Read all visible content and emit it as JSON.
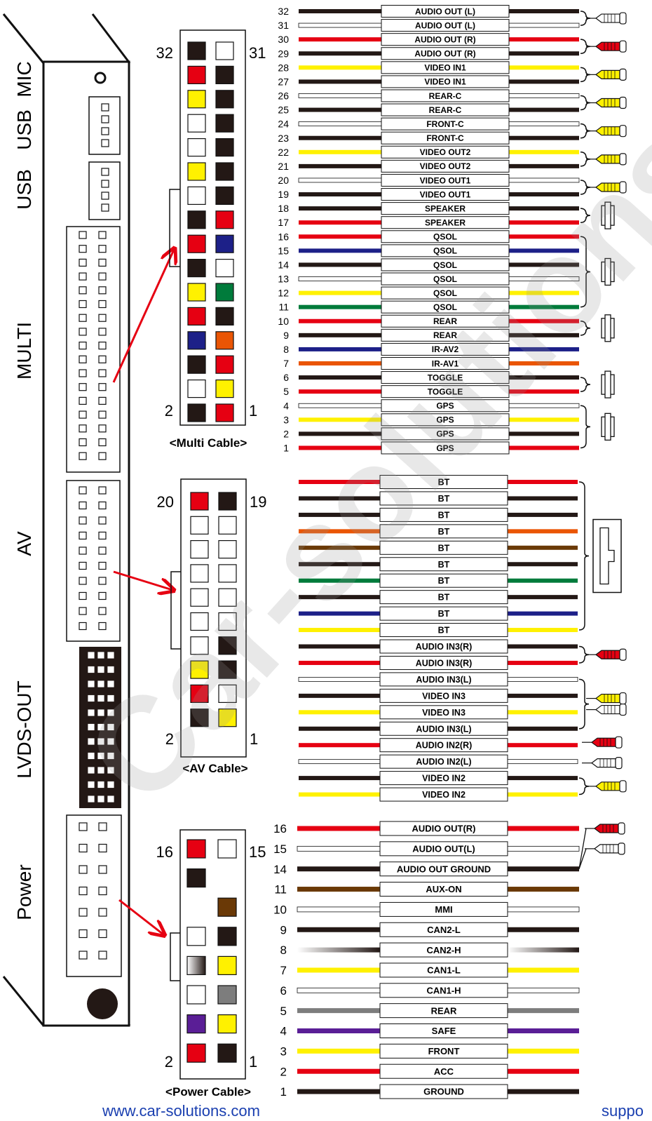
{
  "colors": {
    "black": "#231815",
    "white": "#ffffff",
    "red": "#e60012",
    "yellow": "#fff100",
    "blue": "#1d2088",
    "green": "#007b3b",
    "orange": "#ea5504",
    "brown": "#6a3906",
    "gray": "#7d7d7d",
    "purple": "#5a1e96"
  },
  "unit": {
    "labels": [
      "MIC",
      "USB",
      "USB",
      "MULTI",
      "AV",
      "LVDS-OUT",
      "Power"
    ]
  },
  "multi": {
    "caption": "<Multi Cable>",
    "pin_top_left": "32",
    "pin_top_right": "31",
    "pin_bottom_left": "2",
    "pin_bottom_right": "1",
    "grid": [
      [
        "black",
        "white"
      ],
      [
        "red",
        "black"
      ],
      [
        "yellow",
        "black"
      ],
      [
        "white",
        "black"
      ],
      [
        "white",
        "black"
      ],
      [
        "yellow",
        "black"
      ],
      [
        "white",
        "black"
      ],
      [
        "black",
        "red"
      ],
      [
        "red",
        "blue"
      ],
      [
        "black",
        "white"
      ],
      [
        "yellow",
        "green"
      ],
      [
        "red",
        "black"
      ],
      [
        "blue",
        "orange"
      ],
      [
        "black",
        "red"
      ],
      [
        "white",
        "yellow"
      ],
      [
        "black",
        "red"
      ]
    ],
    "wires": [
      {
        "num": "32",
        "label": "AUDIO OUT (L)",
        "color": "black"
      },
      {
        "num": "31",
        "label": "AUDIO OUT (L)",
        "color": "white"
      },
      {
        "num": "30",
        "label": "AUDIO OUT (R)",
        "color": "red"
      },
      {
        "num": "29",
        "label": "AUDIO OUT (R)",
        "color": "black"
      },
      {
        "num": "28",
        "label": "VIDEO IN1",
        "color": "yellow"
      },
      {
        "num": "27",
        "label": "VIDEO IN1",
        "color": "black"
      },
      {
        "num": "26",
        "label": "REAR-C",
        "color": "white"
      },
      {
        "num": "25",
        "label": "REAR-C",
        "color": "black"
      },
      {
        "num": "24",
        "label": "FRONT-C",
        "color": "white"
      },
      {
        "num": "23",
        "label": "FRONT-C",
        "color": "black"
      },
      {
        "num": "22",
        "label": "VIDEO OUT2",
        "color": "yellow"
      },
      {
        "num": "21",
        "label": "VIDEO OUT2",
        "color": "black"
      },
      {
        "num": "20",
        "label": "VIDEO OUT1",
        "color": "white"
      },
      {
        "num": "19",
        "label": "VIDEO OUT1",
        "color": "black"
      },
      {
        "num": "18",
        "label": "SPEAKER",
        "color": "black"
      },
      {
        "num": "17",
        "label": "SPEAKER",
        "color": "red"
      },
      {
        "num": "16",
        "label": "QSOL",
        "color": "red"
      },
      {
        "num": "15",
        "label": "QSOL",
        "color": "blue"
      },
      {
        "num": "14",
        "label": "QSOL",
        "color": "black"
      },
      {
        "num": "13",
        "label": "QSOL",
        "color": "white"
      },
      {
        "num": "12",
        "label": "QSOL",
        "color": "yellow"
      },
      {
        "num": "11",
        "label": "QSOL",
        "color": "green"
      },
      {
        "num": "10",
        "label": "REAR",
        "color": "red"
      },
      {
        "num": "9",
        "label": "REAR",
        "color": "black"
      },
      {
        "num": "8",
        "label": "IR-AV2",
        "color": "blue"
      },
      {
        "num": "7",
        "label": "IR-AV1",
        "color": "orange"
      },
      {
        "num": "6",
        "label": "TOGGLE",
        "color": "black"
      },
      {
        "num": "5",
        "label": "TOGGLE",
        "color": "red"
      },
      {
        "num": "4",
        "label": "GPS",
        "color": "white"
      },
      {
        "num": "3",
        "label": "GPS",
        "color": "yellow"
      },
      {
        "num": "2",
        "label": "GPS",
        "color": "black"
      },
      {
        "num": "1",
        "label": "GPS",
        "color": "red"
      }
    ]
  },
  "av": {
    "caption": "<AV Cable>",
    "pin_top_left": "20",
    "pin_top_right": "19",
    "pin_bottom_left": "2",
    "pin_bottom_right": "1",
    "grid": [
      [
        "red",
        "black"
      ],
      [
        "white",
        "white"
      ],
      [
        "white",
        "white"
      ],
      [
        "white",
        "white"
      ],
      [
        "white",
        "white"
      ],
      [
        "white",
        "white"
      ],
      [
        "white",
        "black"
      ],
      [
        "yellow",
        "black"
      ],
      [
        "red",
        "white"
      ],
      [
        "black",
        "yellow"
      ]
    ],
    "wires": [
      {
        "label": "BT",
        "color": "red"
      },
      {
        "label": "BT",
        "color": "black"
      },
      {
        "label": "BT",
        "color": "black"
      },
      {
        "label": "BT",
        "color": "orange"
      },
      {
        "label": "BT",
        "color": "brown"
      },
      {
        "label": "BT",
        "color": "black"
      },
      {
        "label": "BT",
        "color": "green"
      },
      {
        "label": "BT",
        "color": "black"
      },
      {
        "label": "BT",
        "color": "blue"
      },
      {
        "label": "BT",
        "color": "yellow"
      },
      {
        "label": "AUDIO IN3(R)",
        "color": "black"
      },
      {
        "label": "AUDIO IN3(R)",
        "color": "red"
      },
      {
        "label": "AUDIO IN3(L)",
        "color": "white"
      },
      {
        "label": "VIDEO IN3",
        "color": "black"
      },
      {
        "label": "VIDEO IN3",
        "color": "yellow"
      },
      {
        "label": "AUDIO IN3(L)",
        "color": "black"
      },
      {
        "label": "AUDIO IN2(R)",
        "color": "red"
      },
      {
        "label": "AUDIO IN2(L)",
        "color": "white"
      },
      {
        "label": "VIDEO IN2",
        "color": "black"
      },
      {
        "label": "VIDEO IN2",
        "color": "yellow"
      }
    ]
  },
  "power": {
    "caption": "<Power Cable>",
    "pin_top_left": "16",
    "pin_top_right": "15",
    "pin_bottom_left": "2",
    "pin_bottom_right": "1",
    "grid": [
      [
        "red",
        "white"
      ],
      [
        "black",
        "none"
      ],
      [
        "none",
        "brown"
      ],
      [
        "white",
        "black"
      ],
      [
        "whitegrad",
        "yellow"
      ],
      [
        "white",
        "gray"
      ],
      [
        "purple",
        "yellow"
      ],
      [
        "red",
        "black"
      ]
    ],
    "wires": [
      {
        "num": "16",
        "label": "AUDIO OUT(R)",
        "color": "red"
      },
      {
        "num": "15",
        "label": "AUDIO OUT(L)",
        "color": "white"
      },
      {
        "num": "14",
        "label": "AUDIO OUT GROUND",
        "color": "black"
      },
      {
        "num": "11",
        "label": "AUX-ON",
        "color": "brown"
      },
      {
        "num": "10",
        "label": "MMI",
        "color": "white"
      },
      {
        "num": "9",
        "label": "CAN2-L",
        "color": "black"
      },
      {
        "num": "8",
        "label": "CAN2-H",
        "color": "whitegrad"
      },
      {
        "num": "7",
        "label": "CAN1-L",
        "color": "yellow"
      },
      {
        "num": "6",
        "label": "CAN1-H",
        "color": "white"
      },
      {
        "num": "5",
        "label": "REAR",
        "color": "gray"
      },
      {
        "num": "4",
        "label": "SAFE",
        "color": "purple"
      },
      {
        "num": "3",
        "label": "FRONT",
        "color": "yellow"
      },
      {
        "num": "2",
        "label": "ACC",
        "color": "red"
      },
      {
        "num": "1",
        "label": "GROUND",
        "color": "black"
      }
    ]
  },
  "watermark": "Car-solutions",
  "footer": {
    "left": "www.car-solutions.com",
    "right": "suppo"
  }
}
